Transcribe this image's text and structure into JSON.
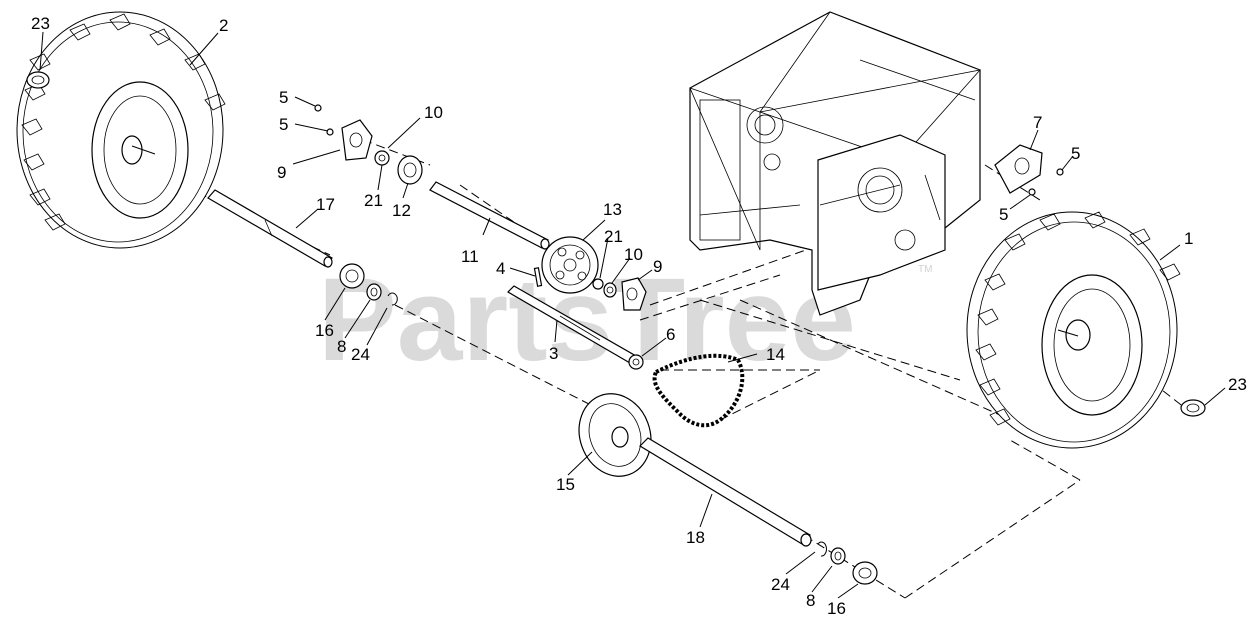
{
  "watermark": "PartsTree",
  "watermark_tm": "TM",
  "callouts": [
    {
      "id": "c1",
      "label": "1"
    },
    {
      "id": "c2",
      "label": "2"
    },
    {
      "id": "c3",
      "label": "3"
    },
    {
      "id": "c4",
      "label": "4"
    },
    {
      "id": "c5a",
      "label": "5"
    },
    {
      "id": "c5b",
      "label": "5"
    },
    {
      "id": "c5c",
      "label": "5"
    },
    {
      "id": "c5d",
      "label": "5"
    },
    {
      "id": "c6",
      "label": "6"
    },
    {
      "id": "c7",
      "label": "7"
    },
    {
      "id": "c8a",
      "label": "8"
    },
    {
      "id": "c8b",
      "label": "8"
    },
    {
      "id": "c9a",
      "label": "9"
    },
    {
      "id": "c9b",
      "label": "9"
    },
    {
      "id": "c10a",
      "label": "10"
    },
    {
      "id": "c10b",
      "label": "10"
    },
    {
      "id": "c11",
      "label": "11"
    },
    {
      "id": "c12",
      "label": "12"
    },
    {
      "id": "c13",
      "label": "13"
    },
    {
      "id": "c14",
      "label": "14"
    },
    {
      "id": "c15",
      "label": "15"
    },
    {
      "id": "c16a",
      "label": "16"
    },
    {
      "id": "c16b",
      "label": "16"
    },
    {
      "id": "c17",
      "label": "17"
    },
    {
      "id": "c18",
      "label": "18"
    },
    {
      "id": "c21a",
      "label": "21"
    },
    {
      "id": "c21b",
      "label": "21"
    },
    {
      "id": "c23a",
      "label": "23"
    },
    {
      "id": "c23b",
      "label": "23"
    },
    {
      "id": "c24a",
      "label": "24"
    },
    {
      "id": "c24b",
      "label": "24"
    }
  ]
}
